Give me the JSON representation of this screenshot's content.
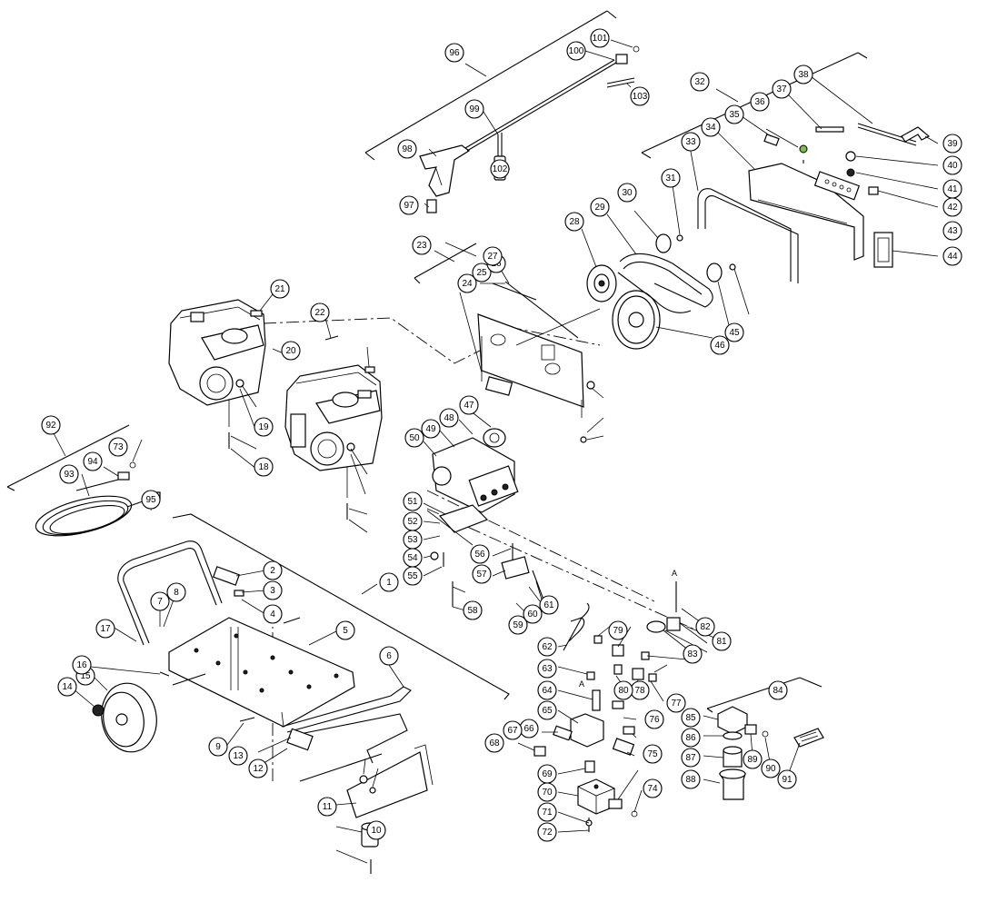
{
  "callouts": [
    "1",
    "2",
    "3",
    "4",
    "5",
    "6",
    "7",
    "8",
    "9",
    "10",
    "11",
    "12",
    "13",
    "14",
    "15",
    "16",
    "17",
    "18",
    "19",
    "20",
    "21",
    "22",
    "23",
    "24",
    "25",
    "26",
    "27",
    "28",
    "29",
    "30",
    "31",
    "32",
    "33",
    "34",
    "35",
    "36",
    "37",
    "38",
    "39",
    "40",
    "41",
    "42",
    "43",
    "44",
    "45",
    "46",
    "47",
    "48",
    "49",
    "50",
    "51",
    "52",
    "53",
    "54",
    "55",
    "56",
    "57",
    "58",
    "59",
    "60",
    "61",
    "62",
    "63",
    "64",
    "65",
    "66",
    "67",
    "68",
    "69",
    "70",
    "71",
    "72",
    "73",
    "74",
    "75",
    "76",
    "77",
    "78",
    "79",
    "80",
    "81",
    "82",
    "83",
    "84",
    "85",
    "86",
    "87",
    "88",
    "89",
    "90",
    "91",
    "92",
    "93",
    "94",
    "95",
    "96",
    "97",
    "98",
    "99",
    "100",
    "101",
    "102",
    "103"
  ],
  "markers": {
    "a": "A"
  }
}
